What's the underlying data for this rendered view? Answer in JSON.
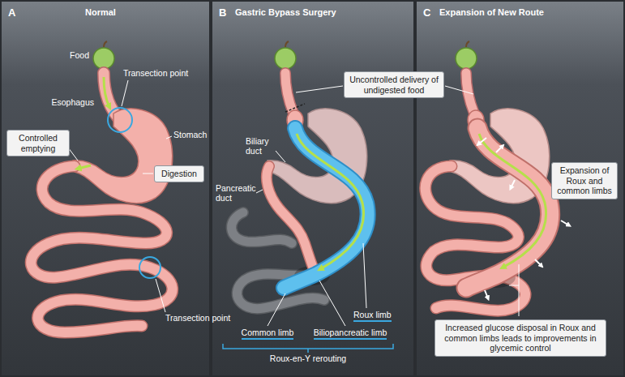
{
  "diagram": {
    "nodes": [
      {
        "text": [
          "A",
          "Normal"
        ]
      },
      {
        "text": [
          "Controlled emptying"
        ],
        "in": 0
      },
      {
        "text": [
          "Digestion"
        ],
        "in": 0
      },
      {
        "text": [
          "B",
          "Gastric Bypass Surgery"
        ]
      },
      {
        "text": [
          "Uncontrolled delivery of undigested food"
        ]
      },
      {
        "text": [
          "C",
          "Expansion of New Route"
        ]
      },
      {
        "text": [
          "Expansion of Roux and common limbs"
        ],
        "in": 5
      },
      {
        "text": [
          "Increased glucose disposal in Roux and common limbs leads to improvements in glycemic control"
        ],
        "in": 5
      }
    ],
    "labels": [
      "Food",
      "Transection point",
      "Esophagus",
      "Stomach",
      "Transection point",
      "Biliary duct",
      "Pancreatic duct",
      "Roux limb",
      "Common limb",
      "Biliopancreatic limb",
      "Roux-en-Y rerouting"
    ]
  }
}
